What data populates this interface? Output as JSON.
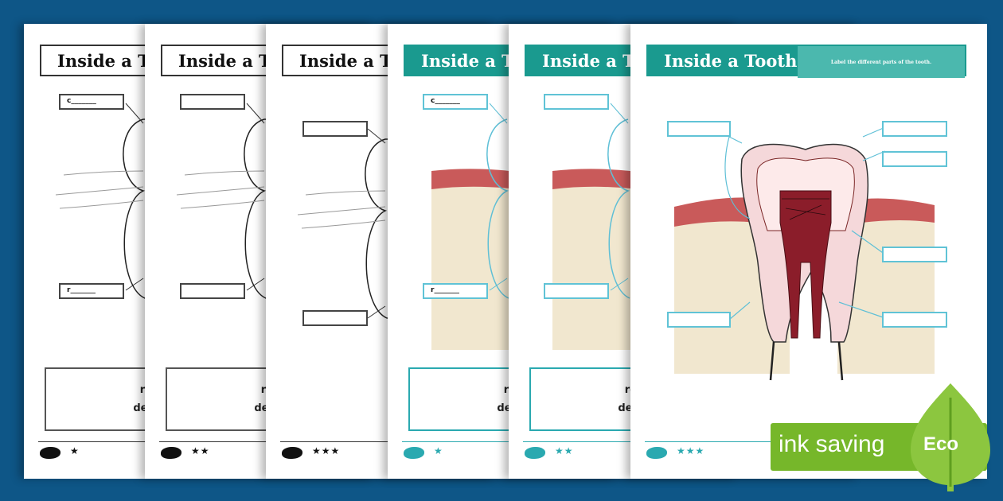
{
  "worksheet": {
    "title": "Inside a Tooth",
    "instruction": "Label the different parts of the tooth.",
    "word_bank": [
      "root",
      "dentin"
    ],
    "label_hint_crown": "c_______",
    "label_hint_root": "r_______",
    "difficulty": [
      "★",
      "★★",
      "★★★",
      "★",
      "★★",
      "★★★"
    ]
  },
  "badge": {
    "text": "ink saving",
    "eco": "Eco"
  },
  "colors": {
    "background": "#0e5687",
    "teal": "#1a9a8f",
    "eco_green": "#76b72a"
  }
}
